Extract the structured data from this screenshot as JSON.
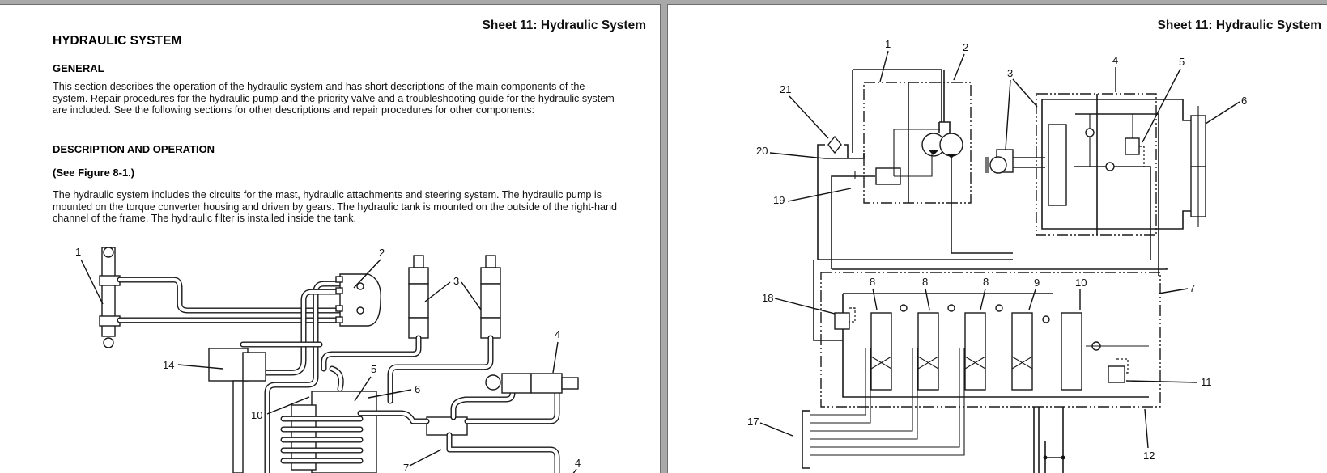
{
  "viewer": {
    "background_color": "#a9a9a9",
    "page_color": "#ffffff"
  },
  "left_page": {
    "sheet_title": "Sheet 11: Hydraulic System",
    "heading": "HYDRAULIC SYSTEM",
    "sections": [
      {
        "title": "GENERAL",
        "paragraph": "This section describes the operation of the hydraulic system and has short descriptions of the main components of the system. Repair procedures for the hydraulic pump and the priority valve and a troubleshooting guide for the hydraulic system are included. See the following sections for other descriptions and repair procedures for other components:"
      },
      {
        "title": "DESCRIPTION AND OPERATION",
        "subtitle": "(See Figure 8-1.)",
        "paragraph": "The hydraulic system includes the circuits for the mast, hydraulic attachments and steering system. The hydraulic pump is mounted on the torque converter housing and driven by gears. The hydraulic tank is mounted on the outside of the right-hand channel of the frame. The hydraulic filter is installed inside the tank."
      }
    ],
    "figure_callouts": [
      "1",
      "2",
      "3",
      "4",
      "5",
      "6",
      "7",
      "10",
      "14",
      "4"
    ]
  },
  "right_page": {
    "sheet_title": "Sheet 11: Hydraulic System",
    "schematic_callouts": [
      "1",
      "2",
      "3",
      "4",
      "5",
      "6",
      "7",
      "8",
      "8",
      "8",
      "9",
      "10",
      "11",
      "12",
      "17",
      "18",
      "19",
      "20",
      "21"
    ]
  }
}
